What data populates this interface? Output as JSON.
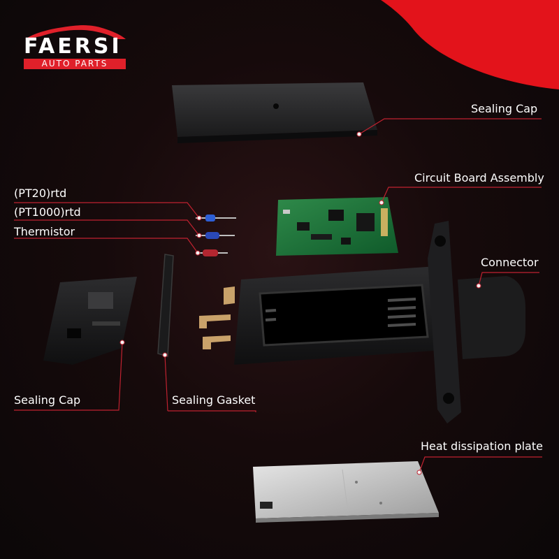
{
  "brand": {
    "name": "FAERSI",
    "tagline": "AUTO PARTS",
    "accent_color": "#e0202a"
  },
  "labels": {
    "sealing_cap_top": "Sealing Cap",
    "circuit_board": "Circuit Board Assembly",
    "pt20": "(PT20)rtd",
    "pt1000": "(PT1000)rtd",
    "thermistor": "Thermistor",
    "connector": "Connector",
    "sealing_cap_left": "Sealing Cap",
    "sealing_gasket": "Sealing Gasket",
    "heat_plate": "Heat dissipation plate"
  }
}
